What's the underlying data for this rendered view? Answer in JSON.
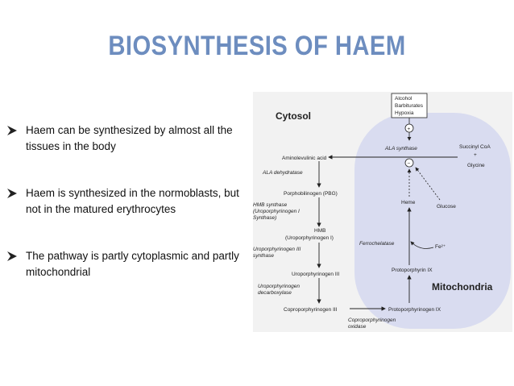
{
  "title": "BIOSYNTHESIS OF HAEM",
  "colors": {
    "title": "#6d8dbf",
    "mito_fill": "#d9dcf0",
    "cytosol_fill": "#f2f2f2"
  },
  "bullet_icon": "arrowhead-bullet-icon",
  "bullets": [
    {
      "text": " Haem can be synthesized by almost all the tissues in the body"
    },
    {
      "text": "Haem is synthesized in the normoblasts, but not in the matured erythrocytes"
    },
    {
      "text": "The pathway is partly cytoplasmic and partly mitochondrial"
    }
  ],
  "diagram": {
    "cytosol": "Cytosol",
    "mitochondria": "Mitochondria",
    "inhibitors": [
      "Alcohol",
      "Barbiturates",
      "Hypoxia"
    ],
    "plus": "+",
    "minus": "−",
    "ala_synthase": "ALA synthase",
    "succinyl_coa": "Succinyl CoA",
    "glycine": "Glycine",
    "plus_sign": "+",
    "aminolevulinic_acid": "Aminolevulinic acid",
    "ala_dehydratase": "ALA dehydratase",
    "porphobilinogen": "Porphobilinogen (PBG)",
    "hmb_synthase": [
      "HMB synthase",
      "(Uroporphyrinogen I",
      "Synthase)"
    ],
    "hmb": [
      "HMB",
      "(Uroporphyrinogen I)"
    ],
    "uro_iii_synthase": [
      "Uroporphyrinogen III",
      "synthase"
    ],
    "uro_iii": "Uroporphyrinogen III",
    "uro_decarboxylase": [
      "Uroporphyrinogen",
      "decarboxylase"
    ],
    "copro_iii": "Coproporphyrinogen III",
    "glucose": "Glucose",
    "heme": "Heme",
    "ferrochelatase": "Ferrochelatase",
    "fe": "Fe²⁺",
    "protoporphyrin_ix": "Protoporphyrin IX",
    "protoporphyrinogen_ix": "Protoporphyrinogen IX",
    "copro_oxidase": [
      "Coproporphyrinogen",
      "oxidase"
    ]
  }
}
